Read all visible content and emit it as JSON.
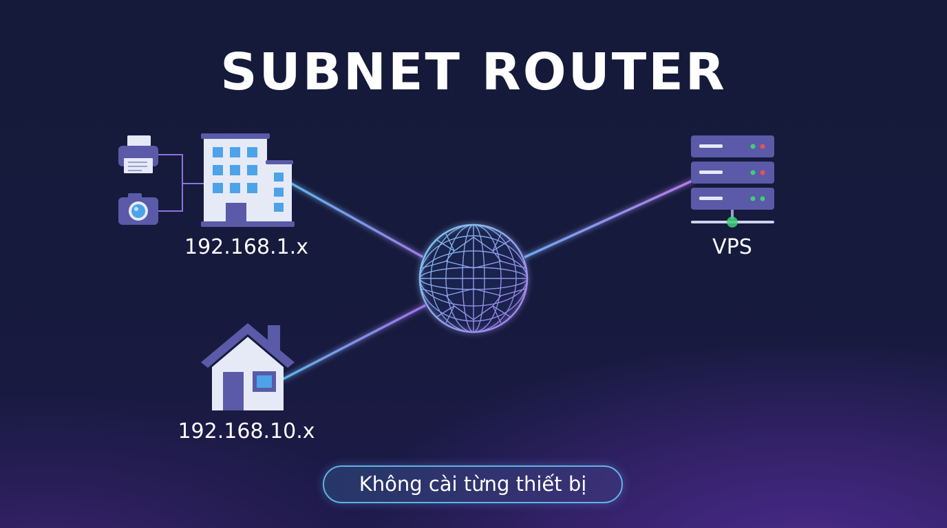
{
  "title": "SUBNET ROUTER",
  "nodes": {
    "office": {
      "label": "192.168.1.x"
    },
    "home": {
      "label": "192.168.10.x"
    },
    "vps": {
      "label": "VPS"
    }
  },
  "caption": "Không cài từng thiết bị",
  "colors": {
    "background": "#161a3c",
    "line_blue": "#5fb4e6",
    "line_purple": "#a070e8",
    "icon_light": "#e6eaf7",
    "icon_dark": "#5a5aa8",
    "window_blue": "#4da3e8",
    "status_green": "#3fcf7a",
    "status_red": "#e8505b"
  }
}
